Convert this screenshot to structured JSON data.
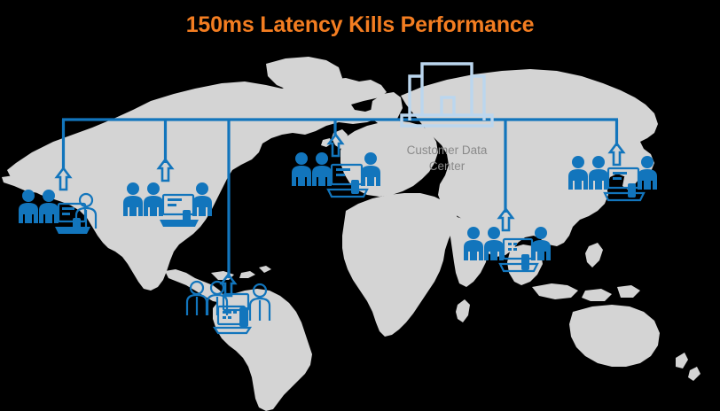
{
  "slide": {
    "title": "150ms Latency Kills Performance",
    "background_color": "#000000",
    "title_color": "#F37D21"
  },
  "map": {
    "land_color": "#D4D4D4",
    "ocean_color": "#000000",
    "network_color": "#1275BC",
    "datacenter_icon_color": "#BBD6EE",
    "datacenter_label_color": "#8A8A8A"
  },
  "datacenter": {
    "icon": "building-icon",
    "label_line1": "Customer Data",
    "label_line2": "Center"
  },
  "user_sites": [
    {
      "id": "west-us",
      "name": "West US user cluster",
      "arrow": "arrow-up-icon",
      "icon": "people-group-icon"
    },
    {
      "id": "east-us",
      "name": "East US user cluster",
      "arrow": "arrow-up-icon",
      "icon": "people-group-icon"
    },
    {
      "id": "south-america",
      "name": "South America user cluster",
      "arrow": "arrow-up-icon",
      "icon": "people-group-icon"
    },
    {
      "id": "europe",
      "name": "Europe user cluster",
      "arrow": "arrow-up-icon",
      "icon": "people-group-icon"
    },
    {
      "id": "south-asia",
      "name": "South Asia user cluster",
      "arrow": "arrow-up-icon",
      "icon": "people-group-icon"
    },
    {
      "id": "east-asia",
      "name": "East Asia user cluster",
      "arrow": "arrow-up-icon",
      "icon": "people-group-icon"
    }
  ]
}
